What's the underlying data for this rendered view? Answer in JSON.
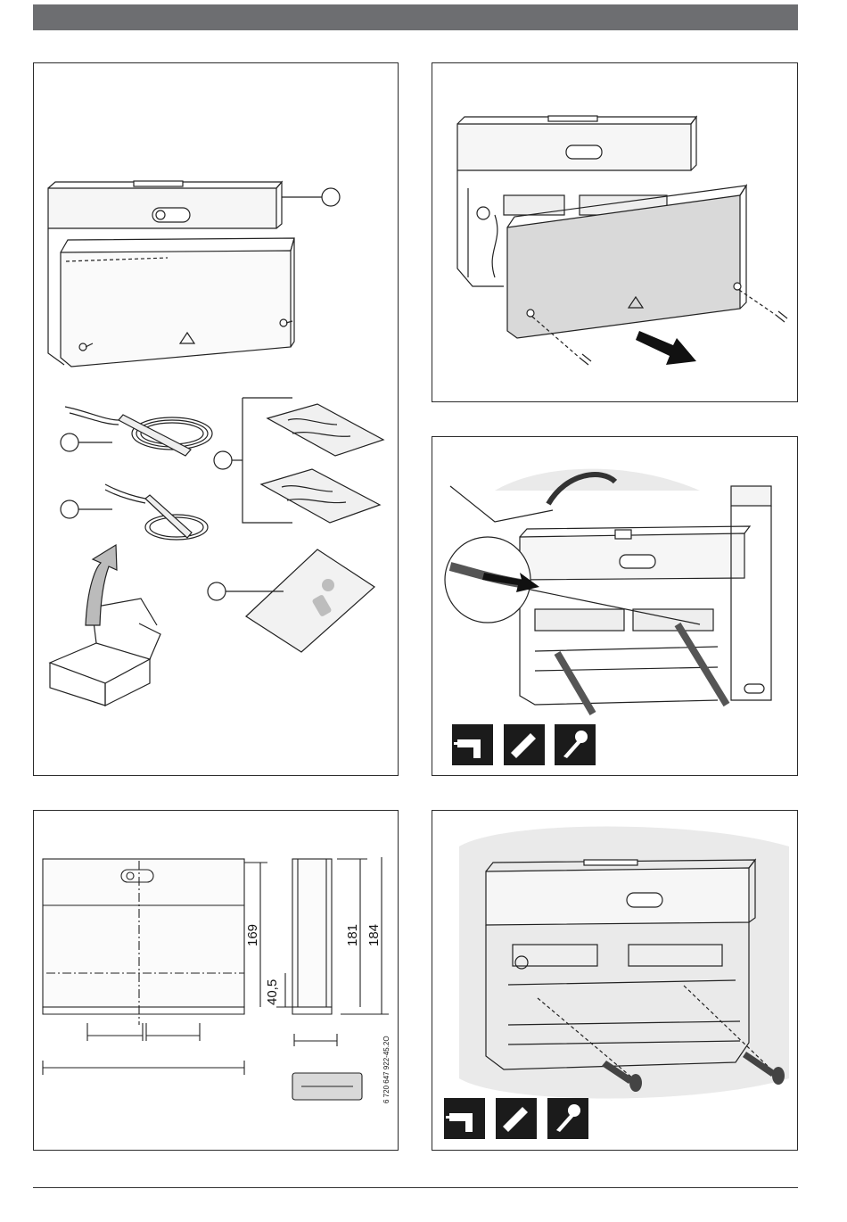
{
  "figure_dimensions": {
    "height_169": "169",
    "height_181": "181",
    "height_184": "184",
    "offset_40_5": "40,5"
  },
  "document_number": "6 720 647 922-45.2O",
  "icons": {
    "drill": "drill-icon",
    "wall_plug": "wall-plug-icon",
    "screw": "screw-icon",
    "info": "info-icon",
    "warning": "warning-triangle-icon"
  },
  "colors": {
    "header_bar": "#6d6e71",
    "tool_icon_bg": "#1b1b1b",
    "cover_shade": "#d9d9d9"
  }
}
